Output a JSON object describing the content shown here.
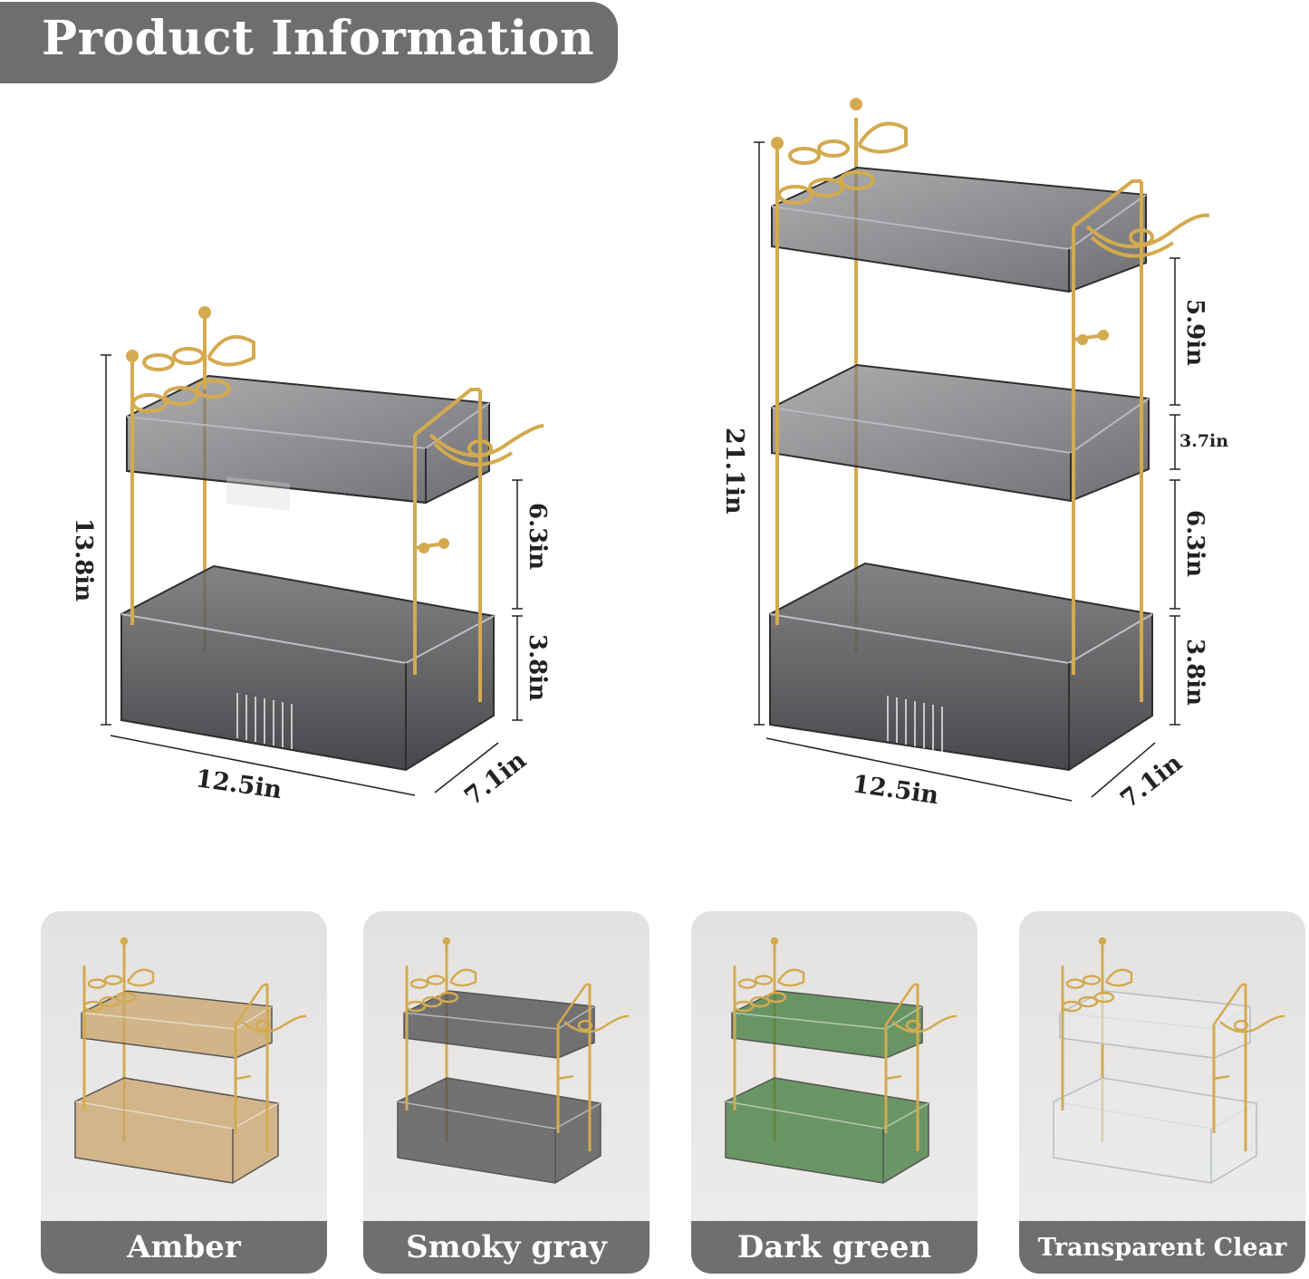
{
  "banner": {
    "title": "Product Information"
  },
  "two_tier": {
    "height": "13.8in",
    "gap": "6.3in",
    "basket_height": "3.8in",
    "length": "12.5in",
    "depth": "7.1in"
  },
  "three_tier": {
    "height": "21.1in",
    "top_gap": "5.9in",
    "mid_tray": "3.7in",
    "gap": "6.3in",
    "basket_height": "3.8in",
    "length": "12.5in",
    "depth": "7.1in"
  },
  "colors": [
    {
      "label": "Amber",
      "tint": "#c9a46a"
    },
    {
      "label": "Smoky gray",
      "tint": "#4a4a4e"
    },
    {
      "label": "Dark green",
      "tint": "#3f7a3a"
    },
    {
      "label": "Transparent Clear",
      "tint": "#e8eaec"
    }
  ],
  "frame_color": "#d4aa4f"
}
